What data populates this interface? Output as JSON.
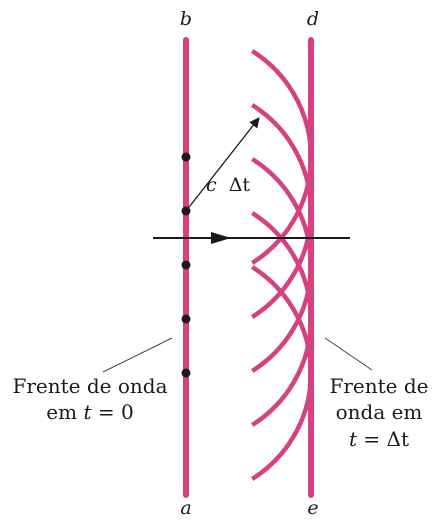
{
  "diagram": {
    "labels": {
      "top_left": "b",
      "top_right": "d",
      "bottom_left": "a",
      "bottom_right": "e",
      "distance_var": "c",
      "distance_delta": "Δt"
    },
    "caption_left": {
      "line1": "Frente de onda",
      "line2_prefix": "em ",
      "line2_var": "t",
      "line2_suffix": " = 0"
    },
    "caption_right": {
      "line1": "Frente de",
      "line2": "onda em",
      "line3_var": "t",
      "line3_suffix": " = Δt"
    },
    "colors": {
      "wavefront": "#d6417f",
      "ink": "#1a1a1a"
    },
    "source_point_count": 5,
    "wavelet_count": 5
  }
}
